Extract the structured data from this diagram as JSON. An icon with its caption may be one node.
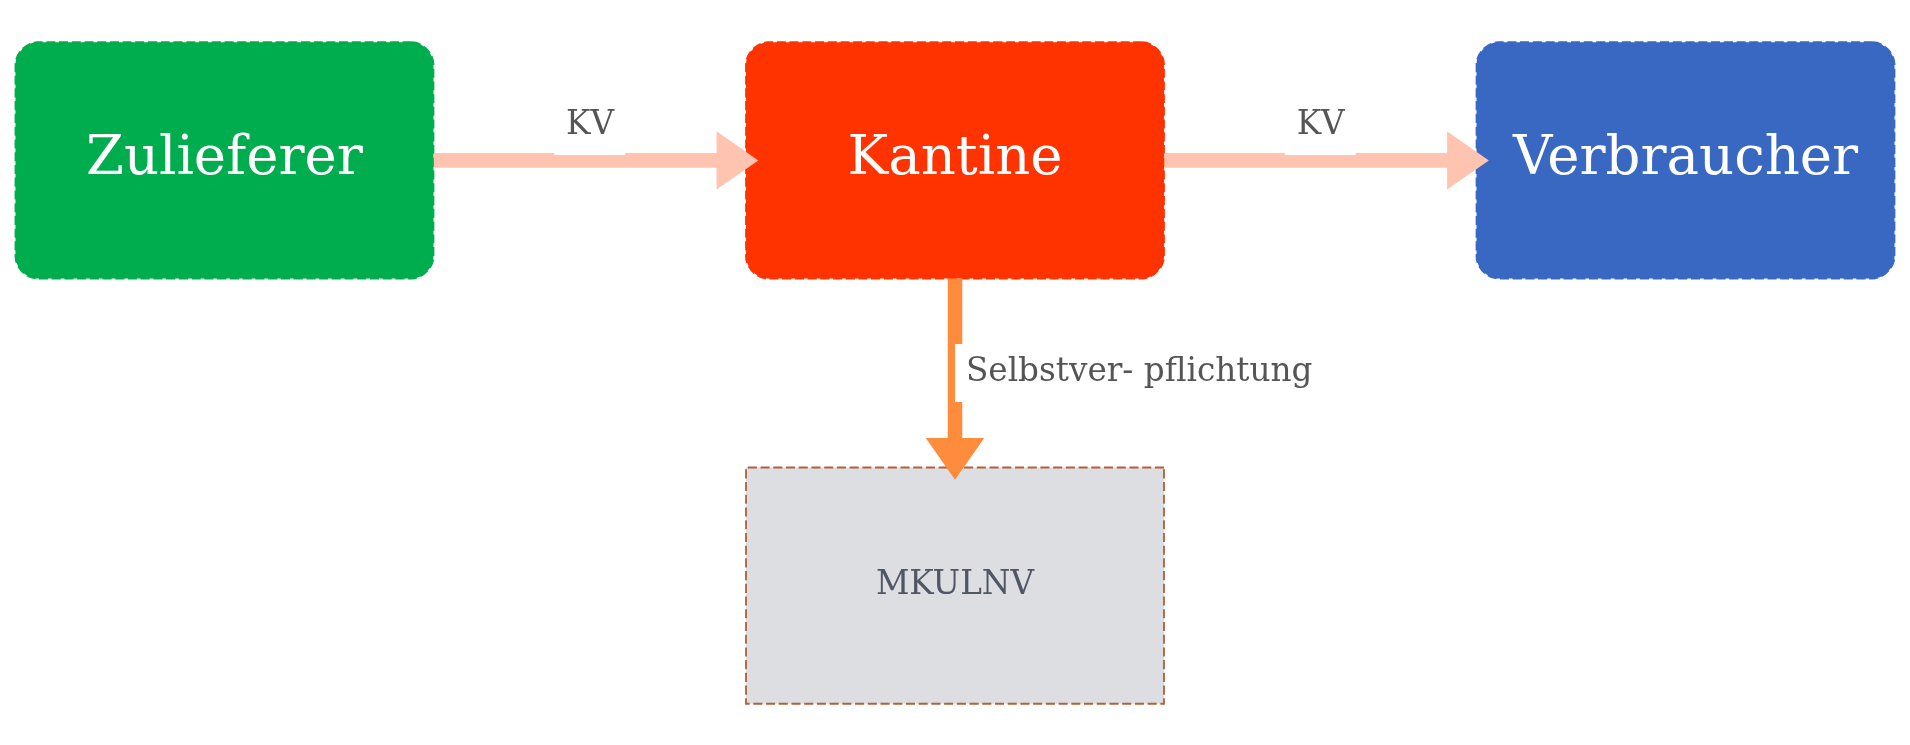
{
  "diagram": {
    "nodes": [
      {
        "text": [
          "Zulieferer"
        ]
      },
      {
        "text": [
          "Kantine"
        ]
      },
      {
        "text": [
          "Verbraucher"
        ]
      },
      {
        "text": [
          "MKULNV"
        ]
      }
    ],
    "edges": [
      {
        "from": 0,
        "to": 1,
        "arrow": "to",
        "label": "KV"
      },
      {
        "from": 1,
        "to": 2,
        "arrow": "to",
        "label": "KV"
      },
      {
        "from": 1,
        "to": 3,
        "arrow": "to",
        "label": "Selbstver- pflichtung",
        "color": "#ff8c3c"
      }
    ]
  }
}
